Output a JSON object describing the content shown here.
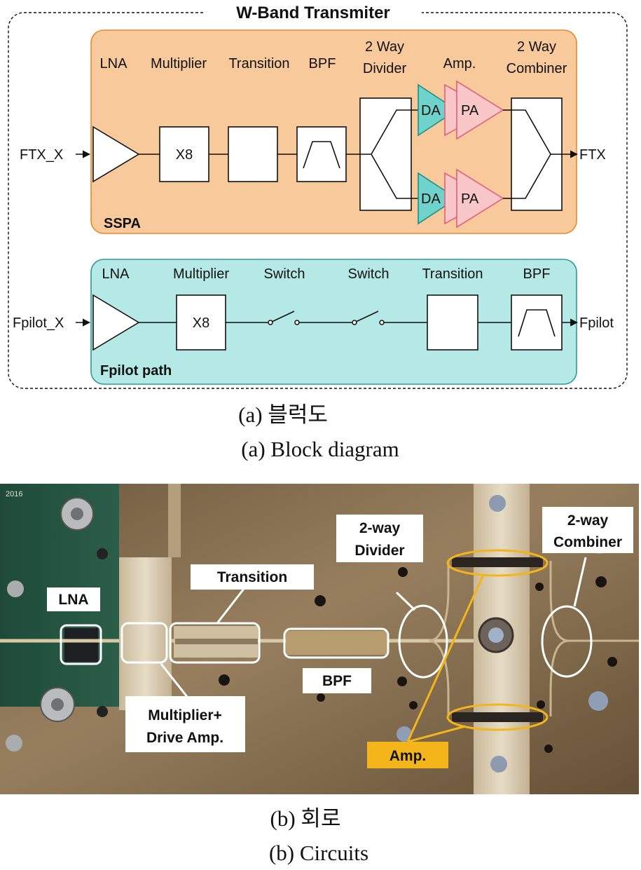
{
  "block_diagram": {
    "title": "W-Band Transmiter",
    "sspa": {
      "section_label": "SSPA",
      "input_port": "FTX_X",
      "output_port": "FTX",
      "headers": {
        "lna": "LNA",
        "multiplier": "Multiplier",
        "transition": "Transition",
        "bpf": "BPF",
        "divider_line1": "2 Way",
        "divider_line2": "Divider",
        "amp": "Amp.",
        "combiner_line1": "2 Way",
        "combiner_line2": "Combiner"
      },
      "multiplier_text": "X8",
      "da_text": "DA",
      "pa_text": "PA"
    },
    "pilot": {
      "section_label": "Fpilot path",
      "input_port": "Fpilot_X",
      "output_port": "Fpilot",
      "headers": {
        "lna": "LNA",
        "multiplier": "Multiplier",
        "switch1": "Switch",
        "switch2": "Switch",
        "transition": "Transition",
        "bpf": "BPF"
      },
      "multiplier_text": "X8"
    },
    "caption_korean": "(a) 블럭도",
    "caption_english": "(a) Block diagram"
  },
  "circuit_photo": {
    "labels": {
      "lna": "LNA",
      "transition": "Transition",
      "bpf": "BPF",
      "multiplier_line1": "Multiplier+",
      "multiplier_line2": "Drive Amp.",
      "divider_line1": "2-way",
      "divider_line2": "Divider",
      "combiner_line1": "2-way",
      "combiner_line2": "Combiner",
      "amp": "Amp."
    },
    "board_marking": "2016",
    "caption_korean": "(b) 회로",
    "caption_english": "(b) Circuits"
  },
  "colors": {
    "sspa_fill": "#f8c99a",
    "sspa_stroke": "#e58a2c",
    "pilot_fill": "#b4e9e6",
    "pilot_stroke": "#2b9a9a",
    "da_fill": "#6fd3cb",
    "pa_fill": "#f9c7c7",
    "pa_stroke": "#e0607a",
    "amp_highlight": "#f3b51a"
  }
}
